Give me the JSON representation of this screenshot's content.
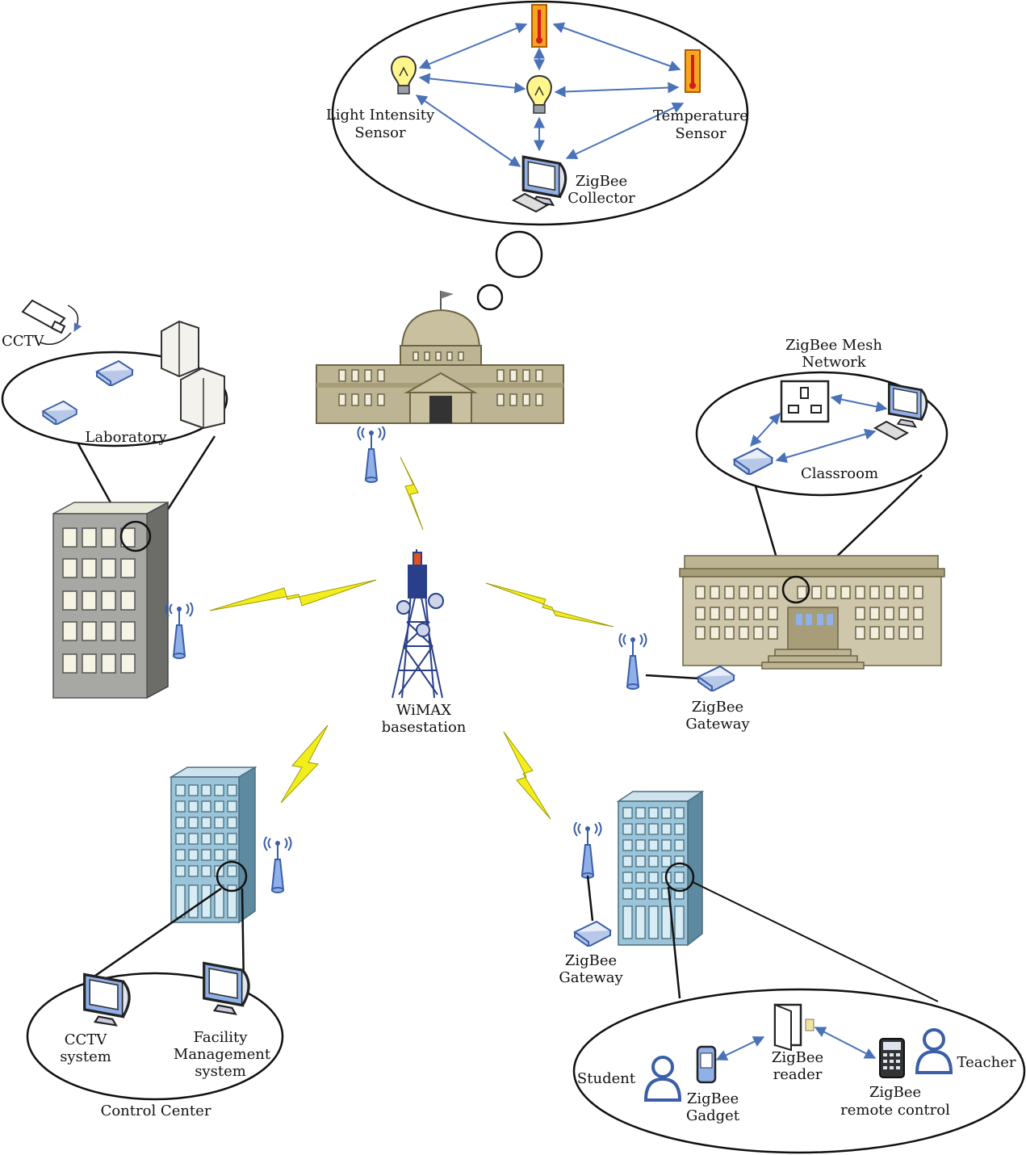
{
  "labels": {
    "light_sensor_1": "Light Intensity",
    "light_sensor_2": "Sensor",
    "temp_sensor_1": "Temperature",
    "temp_sensor_2": "Sensor",
    "zigbee_collector_1": "ZigBee",
    "zigbee_collector_2": "Collector",
    "cctv": "CCTV",
    "laboratory": "Laboratory",
    "mesh_1": "ZigBee Mesh",
    "mesh_2": "Network",
    "classroom": "Classroom",
    "wimax_1": "WiMAX",
    "wimax_2": "basestation",
    "gateway_right_1": "ZigBee",
    "gateway_right_2": "Gateway",
    "gateway_bottom_1": "ZigBee",
    "gateway_bottom_2": "Gateway",
    "cctv_system_1": "CCTV",
    "cctv_system_2": "system",
    "facility_1": "Facility",
    "facility_2": "Management",
    "facility_3": "system",
    "control_center": "Control Center",
    "student": "Student",
    "teacher": "Teacher",
    "zigbee_reader_1": "ZigBee",
    "zigbee_reader_2": "reader",
    "zigbee_gadget_1": "ZigBee",
    "zigbee_gadget_2": "Gadget",
    "zigbee_remote_1": "ZigBee",
    "zigbee_remote_2": "remote control"
  },
  "colors": {
    "lightning": "#f2ee1e",
    "sensor_link": "#4a72b8",
    "tall_building": "#a7a8a3",
    "blue_building": "#9cc4d8",
    "capitol": "#bdb493",
    "classroom_building": "#cfc7ac",
    "antenna": "#6f8fcf"
  },
  "icons": [
    "thermometer-icon",
    "light-bulb-icon",
    "monitor-icon",
    "router-icon",
    "server-icon",
    "camera-icon",
    "power-socket-icon",
    "antenna-icon",
    "wimax-tower-icon",
    "person-icon",
    "door-reader-icon",
    "handheld-gadget-icon",
    "remote-control-icon",
    "lightning-icon"
  ]
}
